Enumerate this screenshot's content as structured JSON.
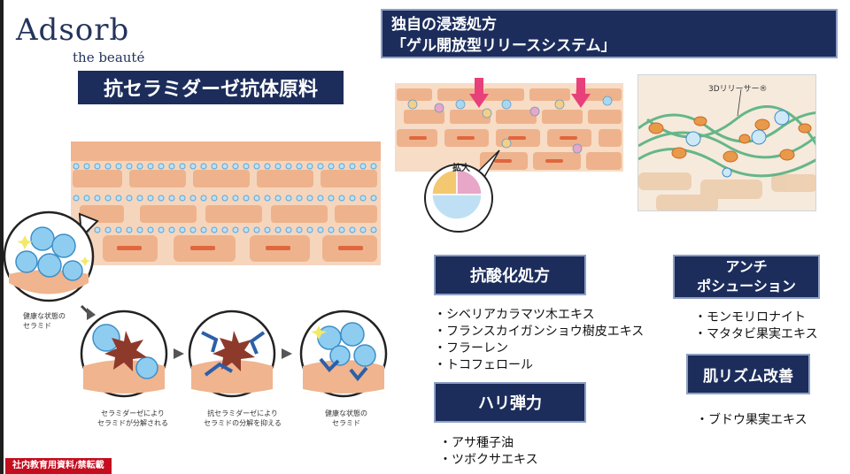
{
  "logo": {
    "brand": "Adsorb",
    "sub": "the beauté"
  },
  "title_main": "抗セラミダーゼ抗体原料",
  "system": {
    "line1": "独自の浸透処方",
    "line2": "「ゲル開放型リリースシステム」"
  },
  "illustration_labels": {
    "three_d": "3Dリリーサー®",
    "expand": "拡大",
    "healthy_ceramide": [
      "健康な状態の",
      "セラミド"
    ],
    "step1": [
      "セラミダーゼにより",
      "セラミドが分解される"
    ],
    "step2": [
      "抗セラミダーゼにより",
      "セラミドの分解を抑える"
    ],
    "step3": [
      "健康な状態の",
      "セラミド"
    ]
  },
  "sections": {
    "antioxidant": {
      "heading": "抗酸化処方",
      "items": [
        "・シベリアカラマツ木エキス",
        "・フランスカイガンショウ樹皮エキス",
        "・フラーレン",
        "・トコフェロール"
      ]
    },
    "firmness": {
      "heading": "ハリ弾力",
      "items": [
        "・アサ種子油",
        "・ツボクサエキス"
      ]
    },
    "anti_pollution": {
      "heading_line1": "アンチ",
      "heading_line2": "ポシューション",
      "items": [
        "・モンモリロナイト",
        "・マタタビ果実エキス"
      ]
    },
    "skin_rhythm": {
      "heading": "肌リズム改善",
      "items": [
        "・ブドウ果実エキス"
      ]
    }
  },
  "footer": {
    "badge": "社内教育用資料/禁転載"
  },
  "colors": {
    "navy": "#1c2d5c",
    "skin": "#f0b48e",
    "skin_dark": "#e2936a",
    "ceramide_blue": "#7cc0e8",
    "arrow_pink": "#e8407a",
    "badge_red": "#c40d1e"
  }
}
